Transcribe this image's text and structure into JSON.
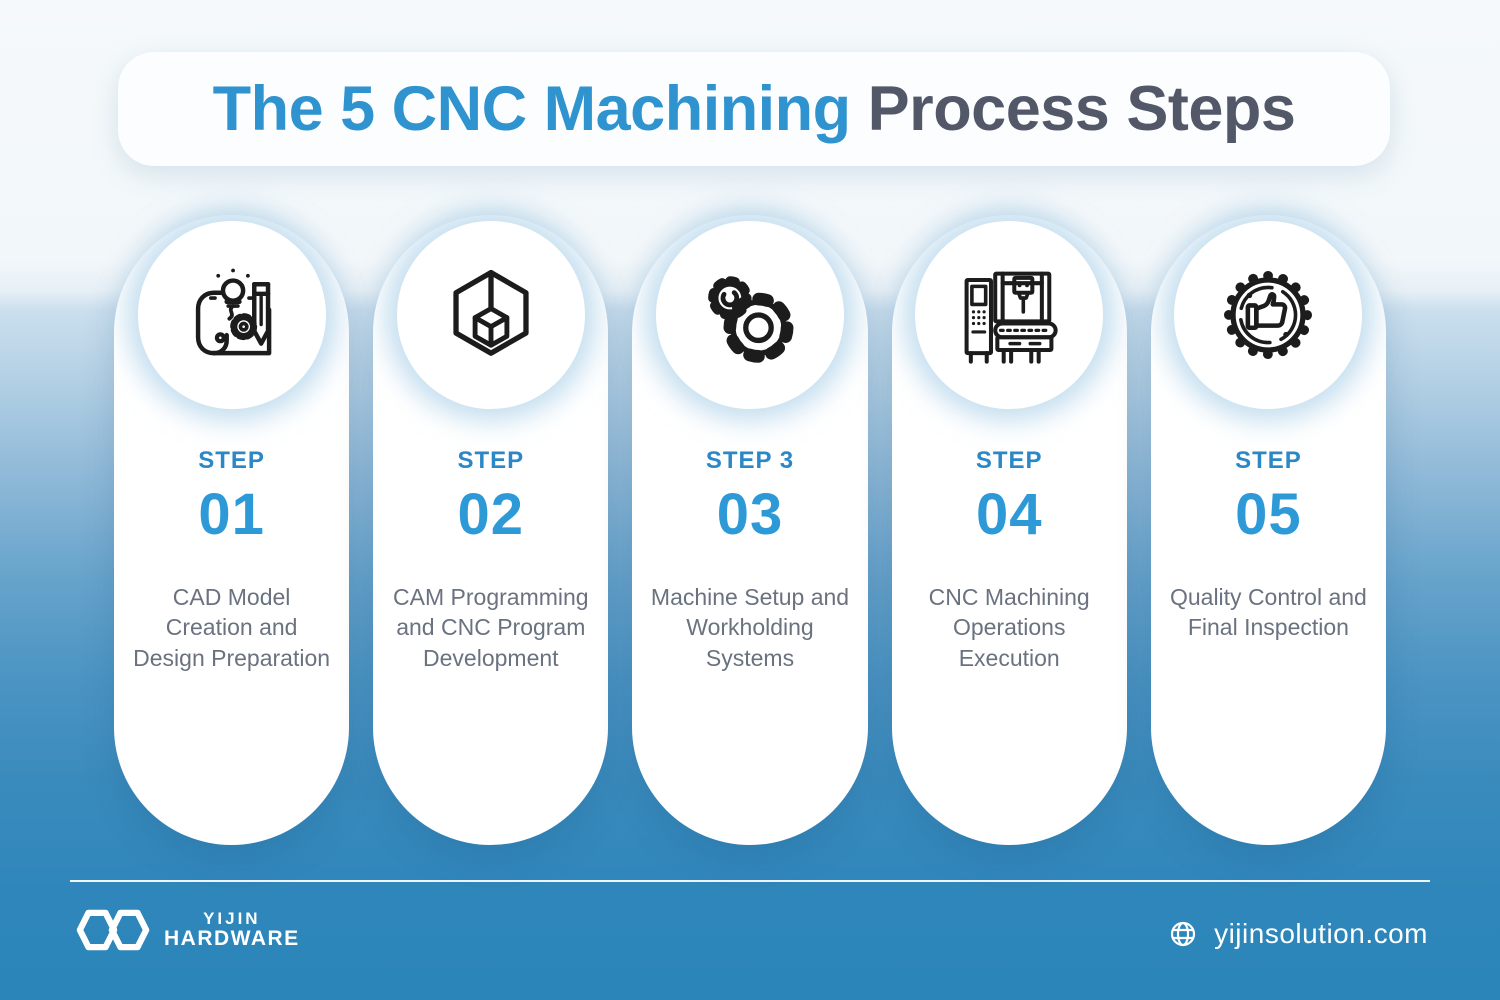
{
  "title": {
    "highlight": "The 5 CNC Machining ",
    "rest": "Process Steps"
  },
  "steps": [
    {
      "label": "STEP",
      "number": "01",
      "description": "CAD Model Creation and Design Preparation",
      "icon": "blueprint-design-icon"
    },
    {
      "label": "STEP",
      "number": "02",
      "description": "CAM Programming and CNC Program Development",
      "icon": "cube-3d-icon"
    },
    {
      "label": "STEP 3",
      "number": "03",
      "description": "Machine Setup and Workholding Systems",
      "icon": "gears-icon"
    },
    {
      "label": "STEP",
      "number": "04",
      "description": "CNC Machining Operations Execution",
      "icon": "cnc-machine-icon"
    },
    {
      "label": "STEP",
      "number": "05",
      "description": "Quality Control and Final Inspection",
      "icon": "quality-badge-icon"
    }
  ],
  "footer": {
    "brand_line1": "YIJIN",
    "brand_line2": "HARDWARE",
    "website": "yijinsolution.com"
  },
  "colors": {
    "title_blue": "#2E93CE",
    "title_dark": "#535869",
    "step_label_blue": "#2B87C6",
    "step_number_blue": "#2D9AD7",
    "description_gray": "#6A7280",
    "background_top": "#F3F8FB",
    "background_bottom": "#2C85B9",
    "card_white": "#FFFFFF"
  }
}
